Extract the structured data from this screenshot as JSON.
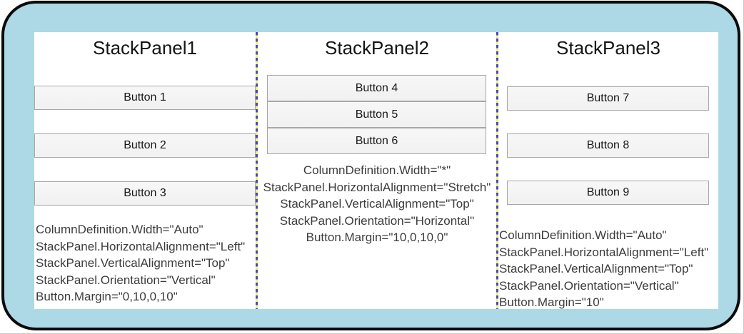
{
  "window": {
    "frame_fill_color": "#ADD8E6",
    "frame_border_color": "#0b0b0b",
    "content_background": "#ffffff",
    "separator_dash_blue": "#4444dd",
    "separator_dash_yellow": "#f5f55f"
  },
  "panels": [
    {
      "title": "StackPanel1",
      "buttons": [
        "Button 1",
        "Button 2",
        "Button 3"
      ],
      "properties": [
        "ColumnDefinition.Width=\"Auto\"",
        "StackPanel.HorizontalAlignment=\"Left\"",
        "StackPanel.VerticalAlignment=\"Top\"",
        "StackPanel.Orientation=\"Vertical\"",
        "Button.Margin=\"0,10,0,10\""
      ]
    },
    {
      "title": "StackPanel2",
      "buttons": [
        "Button 4",
        "Button 5",
        "Button 6"
      ],
      "properties": [
        "ColumnDefinition.Width=\"*\"",
        "StackPanel.HorizontalAlignment=\"Stretch\"",
        "StackPanel.VerticalAlignment=\"Top\"",
        "StackPanel.Orientation=\"Horizontal\"",
        "Button.Margin=\"10,0,10,0\""
      ]
    },
    {
      "title": "StackPanel3",
      "buttons": [
        "Button 7",
        "Button 8",
        "Button 9"
      ],
      "properties": [
        "ColumnDefinition.Width=\"Auto\"",
        "StackPanel.HorizontalAlignment=\"Left\"",
        "StackPanel.VerticalAlignment=\"Top\"",
        "StackPanel.Orientation=\"Vertical\"",
        "Button.Margin=\"10\""
      ]
    }
  ]
}
